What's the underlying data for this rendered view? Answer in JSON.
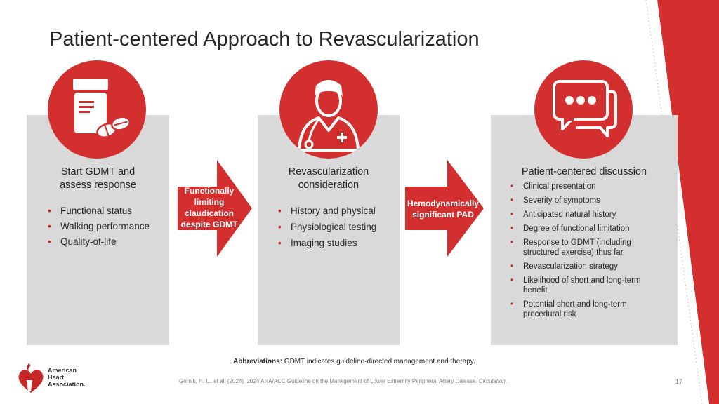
{
  "title": "Patient-centered Approach to Revascularization",
  "colors": {
    "accent": "#d32f2f",
    "panel": "#d9d9d9",
    "text": "#262626"
  },
  "panels": [
    {
      "icon": "pill-bottle-icon",
      "title_lines": [
        "Start GDMT and",
        "assess response"
      ],
      "items": [
        "Functional status",
        "Walking performance",
        "Quality-of-life"
      ]
    },
    {
      "icon": "doctor-icon",
      "title_lines": [
        "Revascularization",
        "consideration"
      ],
      "items": [
        "History and physical",
        "Physiological testing",
        "Imaging studies"
      ]
    },
    {
      "icon": "chat-bubbles-icon",
      "title_lines": [
        "Patient-centered discussion"
      ],
      "items": [
        "Clinical presentation",
        "Severity of symptoms",
        "Anticipated natural history",
        "Degree of functional limitation",
        "Response to GDMT (including structured exercise) thus far",
        "Revascularization strategy",
        "Likelihood of short and long-term benefit",
        "Potential short and long-term procedural risk"
      ]
    }
  ],
  "arrows": [
    {
      "lines": [
        "Functionally",
        "limiting",
        "claudication",
        "despite GDMT"
      ]
    },
    {
      "lines": [
        "Hemodynamically",
        "significant PAD"
      ]
    }
  ],
  "abbreviations": {
    "label": "Abbreviations:",
    "text": " GDMT indicates guideline-directed management and therapy."
  },
  "citation": {
    "text": "Gornik, H. L., et al. (2024). 2024 AHA/ACC Guideline on the Management of Lower Extremity Peripheral Artery Disease. ",
    "journal": "Circulation",
    "end": "."
  },
  "page_number": "17",
  "logo": {
    "lines": [
      "American",
      "Heart",
      "Association."
    ]
  }
}
